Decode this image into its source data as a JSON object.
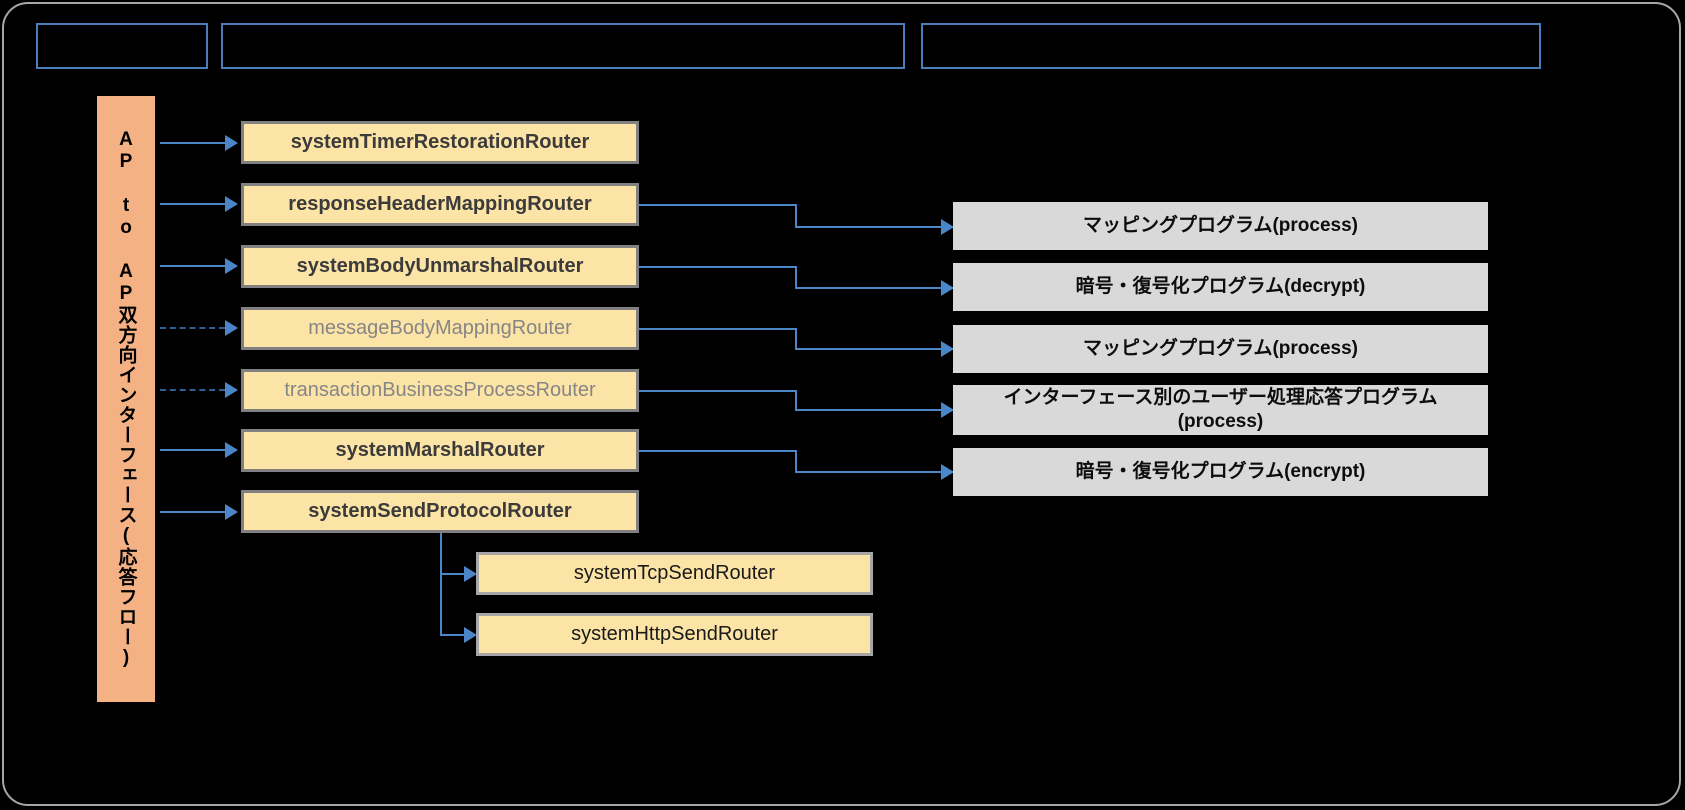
{
  "header": {
    "boxes": [
      {
        "label": ""
      },
      {
        "label": ""
      },
      {
        "label": ""
      }
    ]
  },
  "lane": {
    "label": "AP to AP双方向インターフェース(応答フロー)",
    "color": "#f4b183"
  },
  "routers": [
    {
      "label": "systemTimerRestorationRouter",
      "style": "bold",
      "arrow": "solid"
    },
    {
      "label": "responseHeaderMappingRouter",
      "style": "bold",
      "arrow": "solid"
    },
    {
      "label": "systemBodyUnmarshalRouter",
      "style": "bold",
      "arrow": "solid"
    },
    {
      "label": "messageBodyMappingRouter",
      "style": "muted",
      "arrow": "dashed"
    },
    {
      "label": "transactionBusinessProcessRouter",
      "style": "muted",
      "arrow": "dashed"
    },
    {
      "label": "systemMarshalRouter",
      "style": "bold",
      "arrow": "solid"
    },
    {
      "label": "systemSendProtocolRouter",
      "style": "bold",
      "arrow": "solid"
    }
  ],
  "send_routers": [
    {
      "label": "systemTcpSendRouter"
    },
    {
      "label": "systemHttpSendRouter"
    }
  ],
  "programs": [
    {
      "line1": "マッピングプログラム(process)",
      "line2": ""
    },
    {
      "line1": "暗号・復号化プログラム(decrypt)",
      "line2": ""
    },
    {
      "line1": "マッピングプログラム(process)",
      "line2": ""
    },
    {
      "line1": "インターフェース別のユーザー処理応答プログラム",
      "line2": "(process)"
    },
    {
      "line1": "暗号・復号化プログラム(encrypt)",
      "line2": ""
    }
  ],
  "colors": {
    "background": "#000000",
    "frame_border": "#a6a6a6",
    "header_border": "#4a7ebb",
    "node_fill": "#fce4a6",
    "node_border": "#808080",
    "program_fill": "#d9d9d9",
    "connector": "#4a86c8",
    "lane_fill": "#f4b183"
  }
}
